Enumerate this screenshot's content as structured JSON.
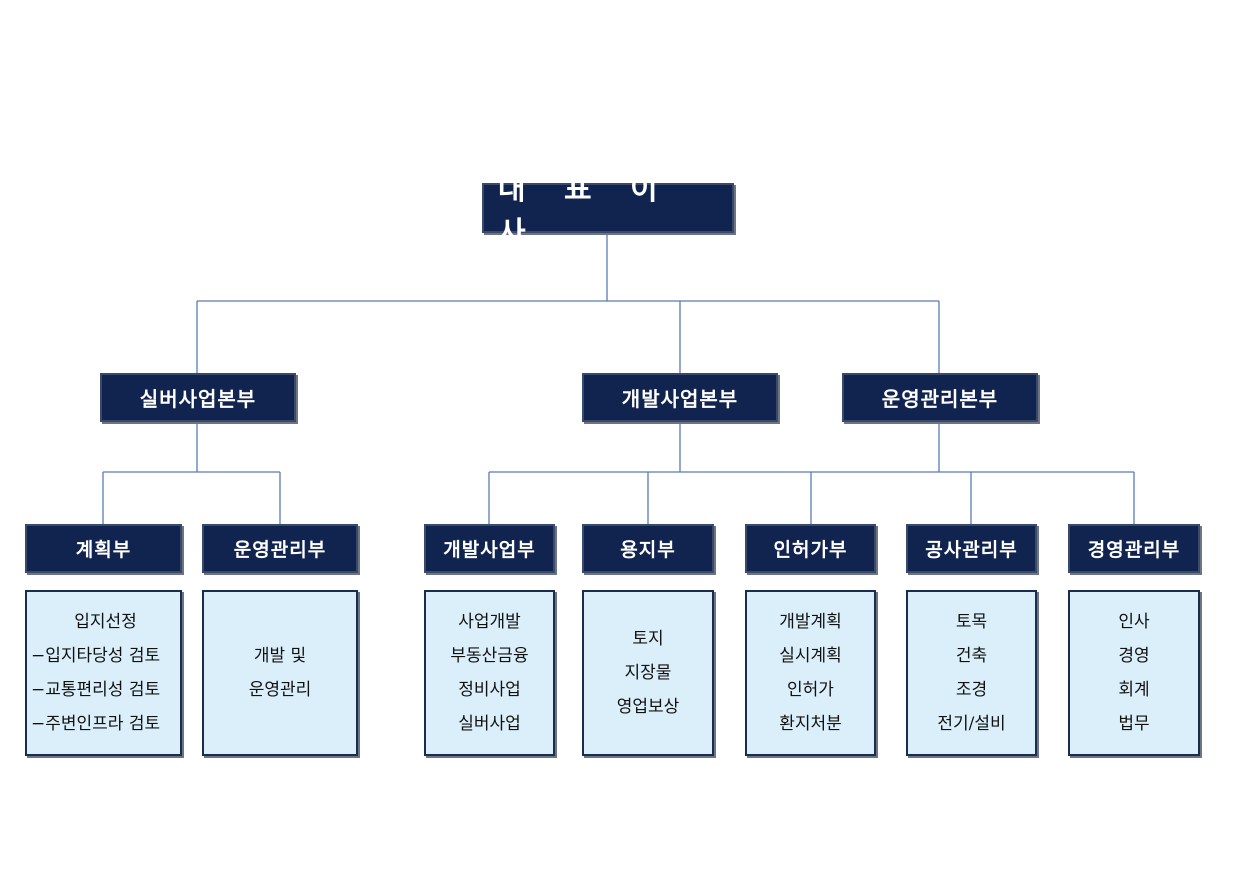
{
  "ceo": {
    "label": "대 표 이 사"
  },
  "divisions": [
    {
      "label": "실버사업본부"
    },
    {
      "label": "개발사업본부"
    },
    {
      "label": "운영관리본부"
    }
  ],
  "departments": [
    {
      "label": "계획부",
      "tasks": [
        "입지선정",
        "−입지타당성 검토",
        "−교통편리성 검토",
        "−주변인프라 검토"
      ]
    },
    {
      "label": "운영관리부",
      "tasks": [
        "개발 및",
        "운영관리"
      ]
    },
    {
      "label": "개발사업부",
      "tasks": [
        "사업개발",
        "부동산금융",
        "정비사업",
        "실버사업"
      ]
    },
    {
      "label": "용지부",
      "tasks": [
        "토지",
        "지장물",
        "영업보상"
      ]
    },
    {
      "label": "인허가부",
      "tasks": [
        "개발계획",
        "실시계획",
        "인허가",
        "환지처분"
      ]
    },
    {
      "label": "공사관리부",
      "tasks": [
        "토목",
        "건축",
        "조경",
        "전기/설비"
      ]
    },
    {
      "label": "경영관리부",
      "tasks": [
        "인사",
        "경영",
        "회계",
        "법무"
      ]
    }
  ],
  "colors": {
    "box_fill": "#10244f",
    "task_fill": "#dbeffb",
    "line": "#5a7bb5"
  }
}
